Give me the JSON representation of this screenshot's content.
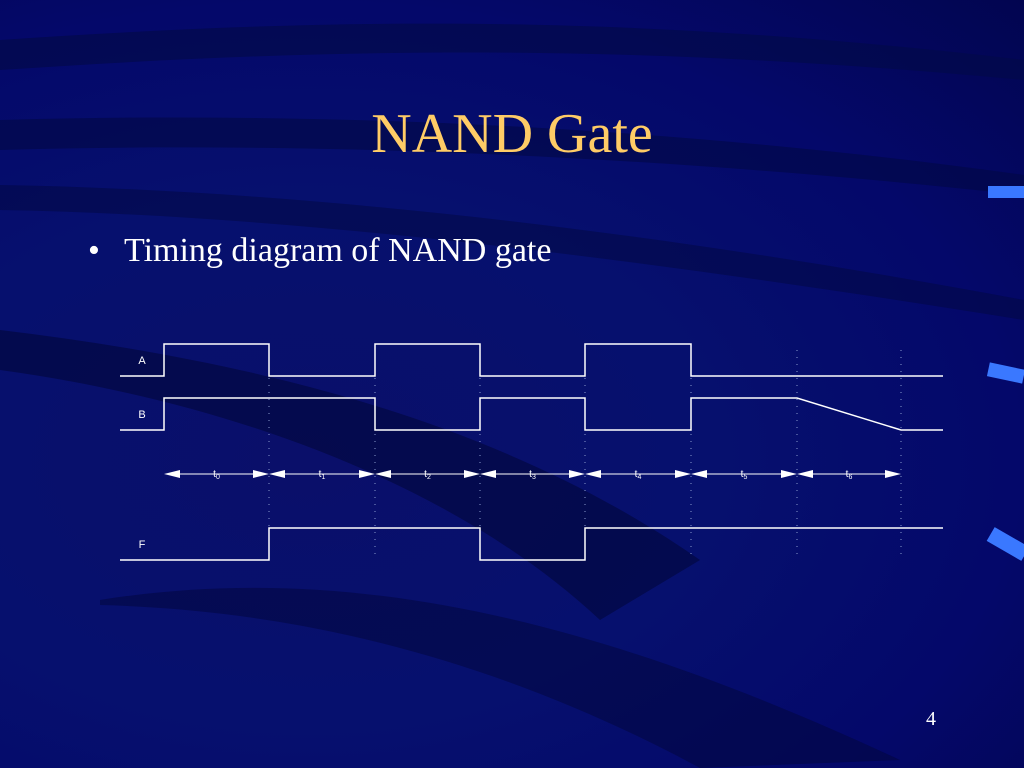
{
  "slide": {
    "title": "NAND Gate",
    "bullet": "Timing diagram of NAND gate",
    "page_number": "4"
  },
  "colors": {
    "title": "#ffcc66",
    "text": "#ffffff",
    "background": "#06106e",
    "accent": "#3a78ff"
  },
  "timing": {
    "signals": [
      {
        "name": "A",
        "levels": [
          1,
          0,
          1,
          0,
          1,
          0
        ]
      },
      {
        "name": "B",
        "levels": [
          1,
          1,
          0,
          1,
          0,
          1
        ]
      },
      {
        "name": "F",
        "levels": [
          0,
          1,
          1,
          0,
          1,
          1
        ]
      }
    ],
    "intervals": [
      {
        "base": "t",
        "sub": "0"
      },
      {
        "base": "t",
        "sub": "1"
      },
      {
        "base": "t",
        "sub": "2"
      },
      {
        "base": "t",
        "sub": "3"
      },
      {
        "base": "t",
        "sub": "4"
      },
      {
        "base": "t",
        "sub": "5"
      },
      {
        "base": "t",
        "sub": "6"
      }
    ]
  }
}
